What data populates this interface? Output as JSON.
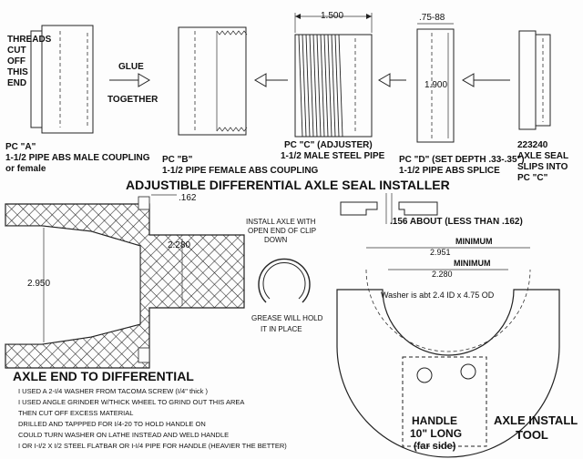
{
  "top_notes": {
    "threads_lines": [
      "THREADS",
      "CUT",
      "OFF",
      "THIS",
      "END"
    ],
    "glue": "GLUE",
    "together": "TOGETHER",
    "dim_1500": "1.500",
    "dim_75_88": ".75-88",
    "dim_1900": "1.900"
  },
  "parts": {
    "a_title": "PC \"A\"",
    "a_line1": "1-1/2 PIPE ABS MALE COUPLING",
    "a_line2": "or female",
    "b_title": "PC \"B\"",
    "b_line1": "1-1/2 PIPE FEMALE ABS COUPLING",
    "c_title": "PC \"C\"  (ADJUSTER)",
    "c_line1": "1-1/2 MALE STEEL PIPE",
    "d_title": "PC \"D\" (SET DEPTH .33-.35\")",
    "d_line1": "1-1/2  PIPE ABS SPLICE",
    "seal_line1": "223240",
    "seal_line2": "AXLE SEAL",
    "seal_line3": "SLIPS INTO",
    "seal_line4": "PC \"C\""
  },
  "section_title": "ADJUSTIBLE DIFFERENTIAL AXLE SEAL INSTALLER",
  "lower": {
    "dim_162": ".162",
    "dim_2280_left": "2.280",
    "dim_2950_left": "2.950",
    "dim_156": ".156 ABOUT (LESS THAN .162)",
    "clip_note": [
      "INSTALL AXLE WITH",
      "OPEN END OF CLIP",
      "DOWN"
    ],
    "grease_note": [
      "GREASE WILL HOLD",
      "IT IN PLACE"
    ],
    "minimum_1": "MINIMUM",
    "dim_2951": "2.951",
    "minimum_2": "MINIMUM",
    "dim_2280_right": "2.280",
    "washer": "Washer is abt 2.4 ID x 4.75 OD",
    "axle_end_title": "AXLE END TO DIFFERENTIAL",
    "handle_line1": "HANDLE",
    "handle_line2": "10\" LONG",
    "handle_line3": "(far side)",
    "tool_line1": "AXLE INSTALL",
    "tool_line2": "TOOL"
  },
  "instructions": [
    "I USED A 2-I/4 WASHER FROM TACOMA SCREW  (I/4\" thick )",
    "I USED ANGLE GRINDER W/THICK WHEEL TO GRIND OUT THIS AREA",
    "THEN CUT OFF EXCESS MATERIAL",
    "DRILLED AND TAPPPED FOR I/4-20 TO HOLD HANDLE ON",
    "COULD TURN WASHER ON LATHE INSTEAD AND WELD HANDLE",
    " I OR I-I/2 X I/2 STEEL FLATBAR OR I-I/4 PIPE FOR HANDLE (HEAVIER THE BETTER)"
  ]
}
